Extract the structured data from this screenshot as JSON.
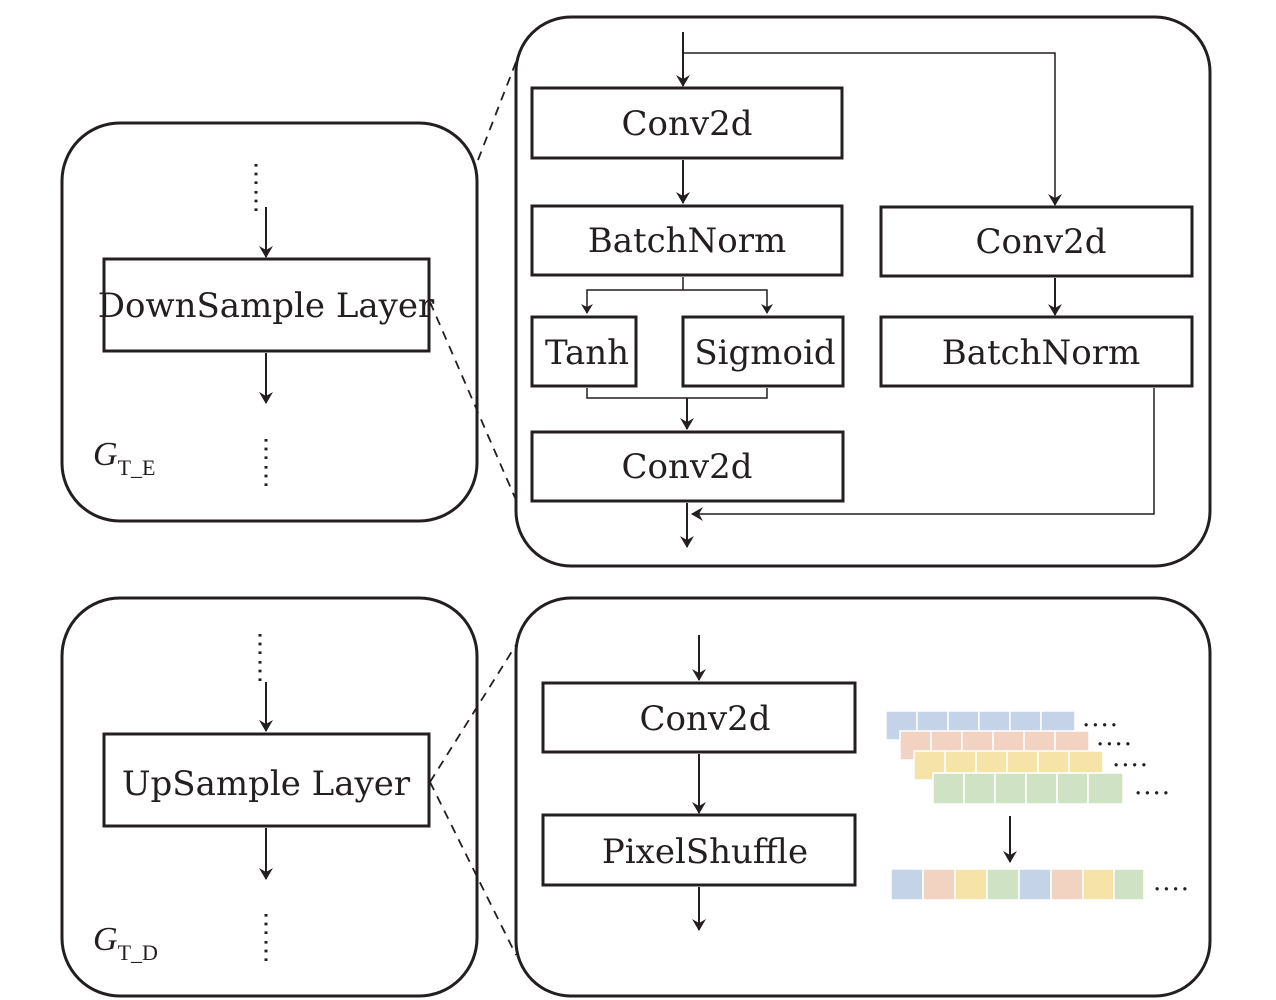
{
  "encoder": {
    "outer_layer_label": "DownSample Layer",
    "group_label": "G",
    "group_subscript": "T_E",
    "detail": {
      "conv_top": "Conv2d",
      "batchnorm_left": "BatchNorm",
      "tanh": "Tanh",
      "sigmoid": "Sigmoid",
      "conv_bottom": "Conv2d",
      "conv_right": "Conv2d",
      "batchnorm_right": "BatchNorm"
    }
  },
  "decoder": {
    "outer_layer_label": "UpSample Layer",
    "group_label": "G",
    "group_subscript": "T_D",
    "detail": {
      "conv": "Conv2d",
      "pixelshuffle": "PixelShuffle",
      "ellipsis": "...."
    }
  },
  "colors": {
    "stroke": "#231f20",
    "channel_blue": "#c5d3e8",
    "channel_salmon": "#f2d3c2",
    "channel_yellow": "#f5e3a8",
    "channel_green": "#cfe2c4"
  }
}
